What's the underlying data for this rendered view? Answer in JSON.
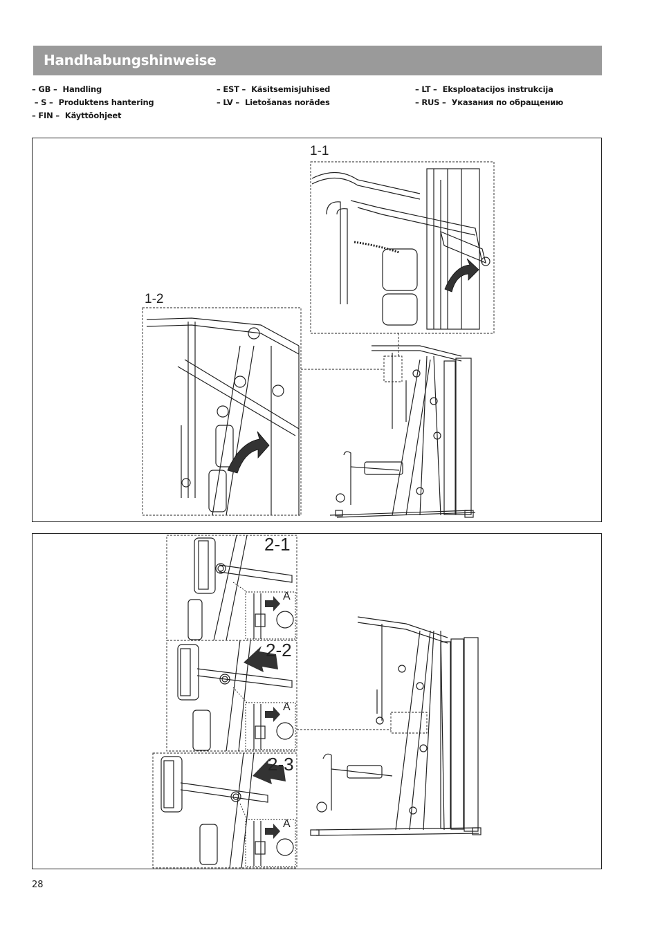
{
  "header": {
    "title": "Handhabungshinweise"
  },
  "languages": {
    "col1": [
      {
        "code": "– GB –",
        "text": "Handling"
      },
      {
        "code": " – S –",
        "text": "Produktens hantering"
      },
      {
        "code": "– FIN –",
        "text": "Käyttöohjeet"
      }
    ],
    "col2": [
      {
        "code": "– EST –",
        "text": "Käsitsemisjuhised"
      },
      {
        "code": "– LV –",
        "text": "Lietošanas norādes"
      }
    ],
    "col3": [
      {
        "code": "– LT –",
        "text": "Eksploatacijos instrukcija"
      },
      {
        "code": "– RUS –",
        "text": "Указания по обращению"
      }
    ]
  },
  "figure1": {
    "label_a": "1-1",
    "label_b": "1-2"
  },
  "figure2": {
    "label_a": "2-1",
    "label_b": "2-2",
    "label_c": "2-3",
    "detail_label": "A"
  },
  "page": {
    "number": "28"
  }
}
